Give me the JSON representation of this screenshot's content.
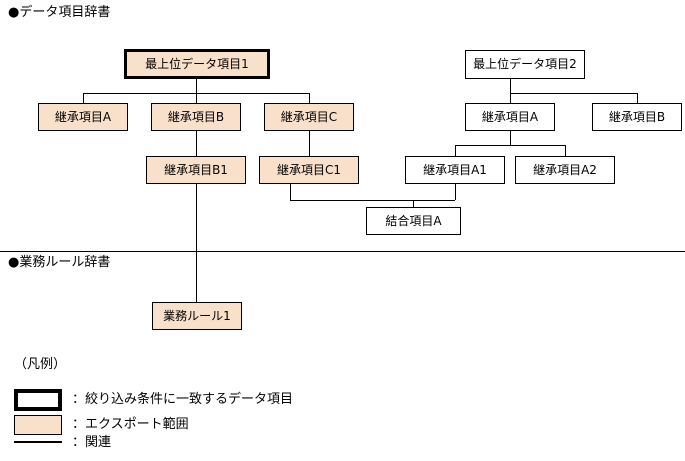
{
  "sections": {
    "data_dictionary_heading": "●データ項目辞書",
    "business_rule_heading": "●業務ルール辞書"
  },
  "nodes": {
    "root1": "最上位データ項目1",
    "inherit_a": "継承項目A",
    "inherit_b": "継承項目B",
    "inherit_c": "継承項目C",
    "inherit_b1": "継承項目B1",
    "inherit_c1": "継承項目C1",
    "root2": "最上位データ項目2",
    "r_inherit_a": "継承項目A",
    "r_inherit_b": "継承項目B",
    "r_inherit_a1": "継承項目A1",
    "r_inherit_a2": "継承項目A2",
    "join_a": "結合項目A",
    "business_rule1": "業務ルール1"
  },
  "legend": {
    "title": "（凡例）",
    "items": [
      {
        "swatch": "thick-black-border-box",
        "label": "：絞り込み条件に一致するデータ項目"
      },
      {
        "swatch": "peach-filled-box",
        "label": "：エクスポート範囲"
      },
      {
        "swatch": "solid-line",
        "label": "：関連"
      }
    ]
  },
  "colors": {
    "export_fill": "#F8E0CB",
    "line": "#000000",
    "background": "#FFFFFF"
  }
}
